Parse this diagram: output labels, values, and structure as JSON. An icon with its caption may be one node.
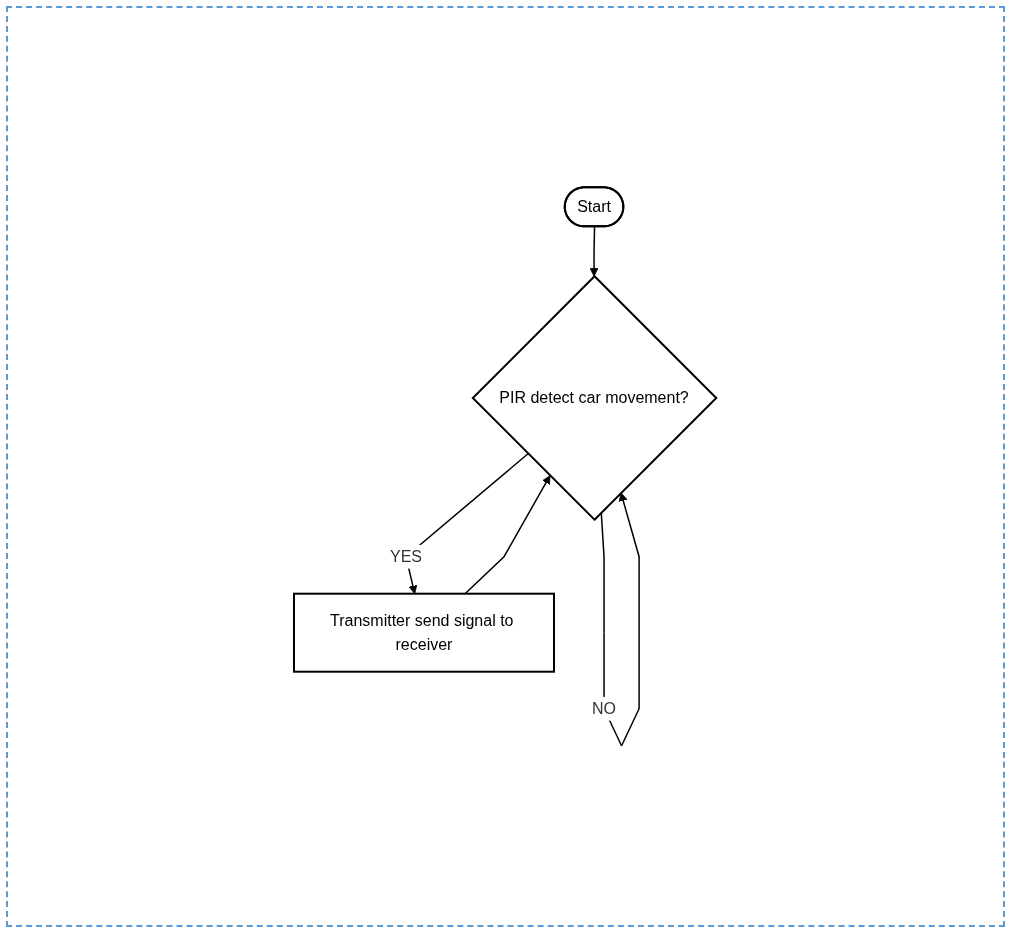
{
  "diagram": {
    "nodes": [
      {
        "text": [
          "Start"
        ]
      },
      {
        "text": [
          "PIR detect car movement?"
        ]
      },
      {
        "text": [
          "Transmitter send signal to receiver"
        ]
      }
    ],
    "edges": [
      {
        "from": 0,
        "to": 1,
        "arrow": "to"
      },
      {
        "from": 1,
        "to": 1,
        "arrow": "to",
        "label": "NO"
      },
      {
        "from": 1,
        "to": 2,
        "arrow": "to",
        "label": "YES"
      },
      {
        "from": 2,
        "to": 1,
        "arrow": "to"
      }
    ]
  }
}
